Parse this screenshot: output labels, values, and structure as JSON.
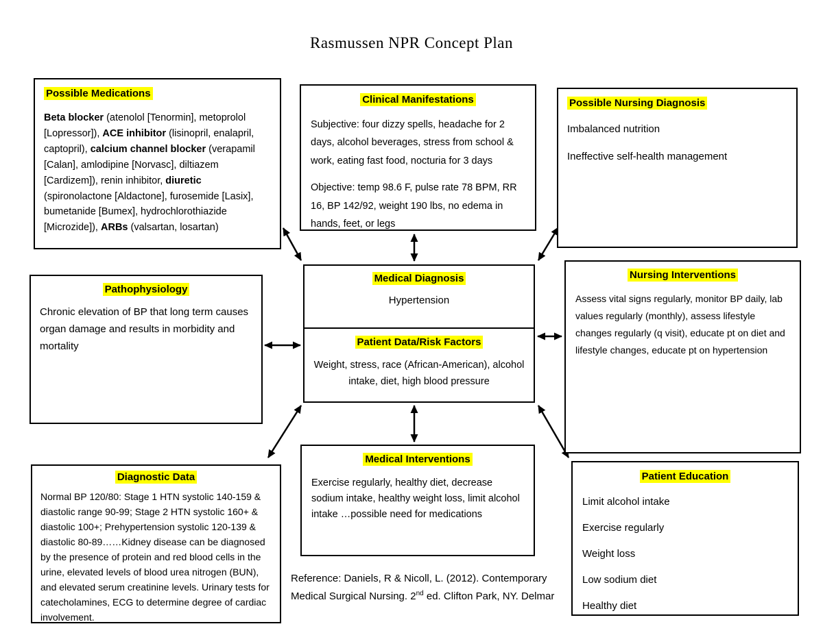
{
  "title": "Rasmussen NPR Concept Plan",
  "colors": {
    "highlight": "#ffff00",
    "border": "#000000",
    "text": "#000000",
    "background": "#ffffff"
  },
  "boxes": {
    "possible_medications": {
      "header": "Possible Medications",
      "segments": [
        {
          "text": "Beta blocker",
          "bold": true
        },
        {
          "text": " (atenolol [Tenormin], metoprolol [Lopressor]), ",
          "bold": false
        },
        {
          "text": "ACE inhibitor",
          "bold": true
        },
        {
          "text": " (lisinopril, enalapril, captopril), ",
          "bold": false
        },
        {
          "text": "calcium channel blocker",
          "bold": true
        },
        {
          "text": " (verapamil [Calan], amlodipine [Norvasc], diltiazem [Cardizem]), renin inhibitor, ",
          "bold": false
        },
        {
          "text": "diuretic",
          "bold": true
        },
        {
          "text": " (spironolactone [Aldactone], furosemide [Lasix], bumetanide [Bumex], hydrochlorothiazide [Microzide]), ",
          "bold": false
        },
        {
          "text": "ARBs",
          "bold": true
        },
        {
          "text": " (valsartan, losartan)",
          "bold": false
        }
      ]
    },
    "clinical_manifestations": {
      "header": "Clinical Manifestations",
      "paragraphs": [
        "Subjective: four dizzy spells, headache for 2 days, alcohol beverages, stress from school & work, eating fast food, nocturia for 3 days",
        "Objective: temp 98.6 F, pulse rate 78 BPM, RR 16, BP 142/92, weight 190 lbs, no edema in hands, feet, or legs"
      ]
    },
    "possible_nursing_diagnosis": {
      "header": "Possible Nursing Diagnosis",
      "paragraphs": [
        "Imbalanced nutrition",
        "Ineffective self-health management"
      ]
    },
    "pathophysiology": {
      "header": "Pathophysiology",
      "paragraphs": [
        "Chronic elevation of BP that long term causes organ damage and results in morbidity and mortality"
      ]
    },
    "medical_diagnosis": {
      "header": "Medical Diagnosis",
      "body": "Hypertension"
    },
    "patient_data_risk_factors": {
      "header": "Patient Data/Risk Factors",
      "body": "Weight, stress, race (African-American), alcohol intake, diet, high blood pressure"
    },
    "nursing_interventions": {
      "header": "Nursing Interventions",
      "paragraphs": [
        "Assess vital signs regularly, monitor BP daily, lab values regularly (monthly), assess lifestyle changes regularly (q visit), educate pt on diet and lifestyle changes, educate pt on hypertension"
      ]
    },
    "diagnostic_data": {
      "header": "Diagnostic Data",
      "paragraphs": [
        "Normal BP 120/80:  Stage 1 HTN systolic 140-159 & diastolic range 90-99; Stage 2 HTN systolic 160+ & diastolic 100+; Prehypertension systolic 120-139 & diastolic 80-89……Kidney disease can be diagnosed by the presence of protein and red blood cells in the urine, elevated levels of blood urea nitrogen (BUN), and elevated serum creatinine levels. Urinary tests for catecholamines, ECG to determine degree of cardiac involvement."
      ]
    },
    "medical_interventions": {
      "header": "Medical Interventions",
      "paragraphs": [
        "Exercise regularly, healthy diet, decrease sodium intake, healthy weight loss, limit alcohol intake …possible need for medications"
      ]
    },
    "patient_education": {
      "header": "Patient Education",
      "paragraphs": [
        "Limit alcohol intake",
        "Exercise regularly",
        "Weight loss",
        "Low sodium diet",
        "Healthy diet"
      ]
    }
  },
  "reference": {
    "prefix": "Reference: Daniels, R & Nicoll, L. (2012). Contemporary Medical Surgical Nursing. 2",
    "superscript": "nd",
    "suffix": " ed. Clifton Park, NY. Delmar"
  }
}
